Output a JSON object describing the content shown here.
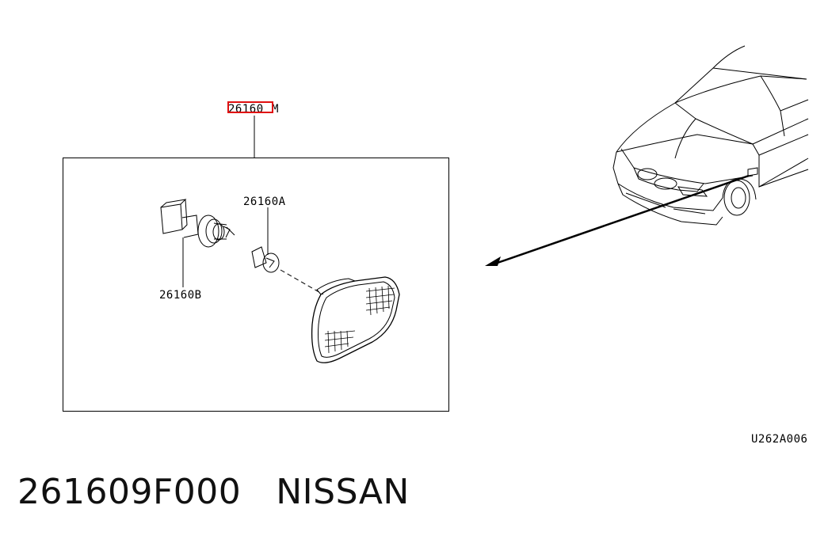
{
  "diagram": {
    "main_callout": {
      "part_no": "26160",
      "suffix": "M"
    },
    "callout_a": "26160A",
    "callout_b": "26160B",
    "illustration_code": "U262A006",
    "highlight_color": "#e01010"
  },
  "footer": {
    "part_number": "261609F000",
    "brand": "NISSAN"
  }
}
